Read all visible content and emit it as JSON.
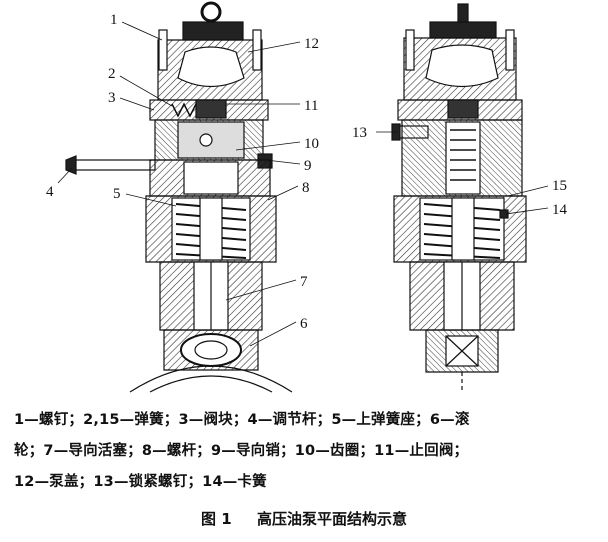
{
  "callouts_left": [
    "1",
    "2",
    "3",
    "4",
    "5",
    "6",
    "7",
    "8",
    "9",
    "10",
    "11",
    "12"
  ],
  "callouts_right": [
    "13",
    "14",
    "15"
  ],
  "legend_lines": [
    "1—螺钉；2,15—弹簧；3—阀块；4—调节杆；5—上弹簧座；6—滚",
    "轮；7—导向活塞；8—螺杆；9—导向销；10—齿圈；11—止回阀；",
    "12—泵盖；13—锁紧螺钉；14—卡簧"
  ],
  "caption": {
    "number": "图 1",
    "title": "高压油泵平面结构示意"
  }
}
